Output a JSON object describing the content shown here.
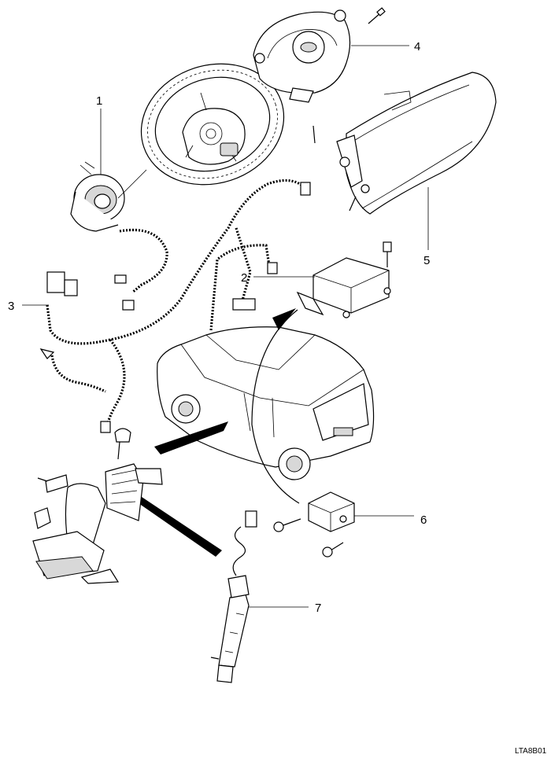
{
  "callouts": [
    {
      "id": "1",
      "label": "1"
    },
    {
      "id": "2",
      "label": "2"
    },
    {
      "id": "3",
      "label": "3"
    },
    {
      "id": "4",
      "label": "4"
    },
    {
      "id": "5",
      "label": "5"
    },
    {
      "id": "6",
      "label": "6"
    },
    {
      "id": "7",
      "label": "7"
    }
  ],
  "figure_code": "LTA8B01"
}
